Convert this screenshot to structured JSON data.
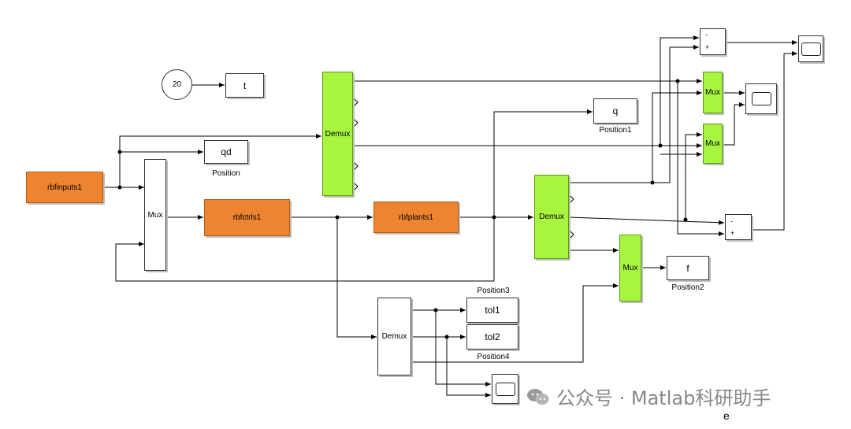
{
  "blocks": {
    "const20": "20",
    "t": "t",
    "qd": "qd",
    "q": "q",
    "f": "f",
    "tol1": "tol1",
    "tol2": "tol2",
    "rbfinputs": "rbfinputs1",
    "rbfctrls": "rbfctrls1",
    "rbfplants": "rbfplants1",
    "mux_main": "Mux",
    "demux_top": "Demux",
    "demux_mid": "Demux",
    "demux_low": "Demux",
    "mux_r1": "Mux",
    "mux_r2": "Mux",
    "mux_f": "Mux"
  },
  "labels": {
    "position": "Position",
    "position1": "Position1",
    "position2": "Position2",
    "position3": "Position3",
    "position4": "Position4"
  },
  "sums": {
    "top_minus": "-",
    "top_plus": "+",
    "bot_minus": "-",
    "bot_plus": "+"
  },
  "watermark": "公众号 · Matlab科研助手",
  "stray_text": "e",
  "icons": [
    "scope-icon",
    "wechat-icon"
  ],
  "colors": {
    "subsystem": "#ee8430",
    "mux_demux": "#a7f53e",
    "line": "#000000"
  }
}
